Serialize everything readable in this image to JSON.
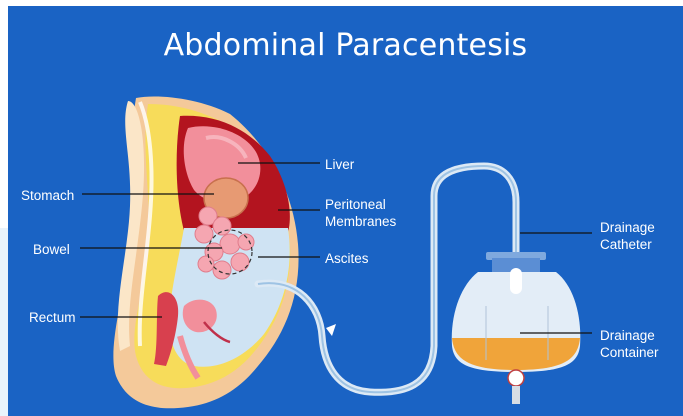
{
  "title": "Abdominal Paracentesis",
  "labels": {
    "stomach": "Stomach",
    "bowel": "Bowel",
    "rectum": "Rectum",
    "liver": "Liver",
    "peritoneal_line1": "Peritoneal",
    "peritoneal_line2": "Membranes",
    "ascites": "Ascites",
    "catheter_line1": "Drainage",
    "catheter_line2": "Catheter",
    "container_line1": "Drainage",
    "container_line2": "Container"
  },
  "colors": {
    "background": "#1a63c4",
    "skin": "#f4c99a",
    "fat": "#f7dc5a",
    "peritoneal": "#b3141f",
    "liver": "#f28f9b",
    "ascites": "#cfe3f3",
    "drained_fluid": "#f0a43a"
  }
}
